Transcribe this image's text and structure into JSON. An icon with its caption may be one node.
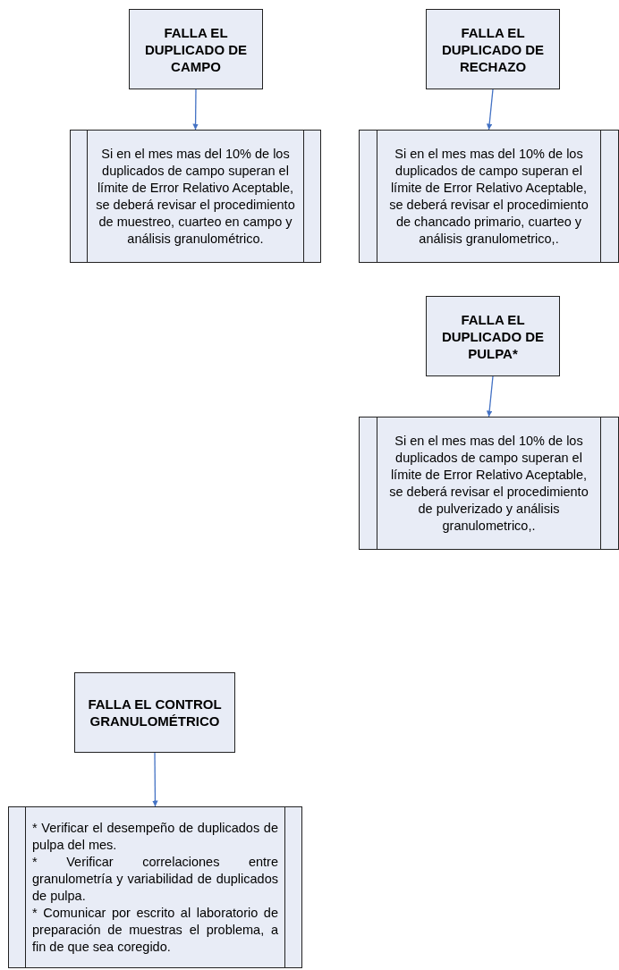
{
  "diagram": {
    "nodes": [
      {
        "text": [
          "FALLA EL DUPLICADO DE CAMPO"
        ]
      },
      {
        "text": [
          "Si en el mes mas del 10% de los duplicados de campo superan el límite de Error Relativo Aceptable, se deberá revisar el procedimiento de muestreo, cuarteo en campo y análisis granulométrico."
        ]
      },
      {
        "text": [
          "FALLA EL DUPLICADO DE RECHAZO"
        ]
      },
      {
        "text": [
          "Si en el mes mas del 10% de los duplicados de campo superan el límite de Error Relativo Aceptable, se deberá revisar el procedimiento de chancado primario, cuarteo y análisis granulometrico,."
        ]
      },
      {
        "text": [
          "FALLA EL DUPLICADO DE PULPA*"
        ]
      },
      {
        "text": [
          "Si en el mes mas del 10% de los duplicados de campo superan el límite de Error Relativo Aceptable, se deberá revisar el procedimiento de pulverizado y análisis granulometrico,."
        ]
      },
      {
        "text": [
          "FALLA EL CONTROL GRANULOMÉTRICO"
        ]
      },
      {
        "text": [
          "* Verificar el desempeño de duplicados de pulpa del mes.",
          "* Verificar correlaciones entre granulometría y variabilidad de duplicados de pulpa.",
          "* Comunicar por escrito al laboratorio de preparación de muestras el problema, a fin de que sea coregido."
        ]
      }
    ],
    "edges": [
      {
        "from": 0,
        "to": 1,
        "arrow": "to"
      },
      {
        "from": 2,
        "to": 3,
        "arrow": "to"
      },
      {
        "from": 4,
        "to": 5,
        "arrow": "to"
      },
      {
        "from": 6,
        "to": 7,
        "arrow": "to"
      }
    ]
  }
}
